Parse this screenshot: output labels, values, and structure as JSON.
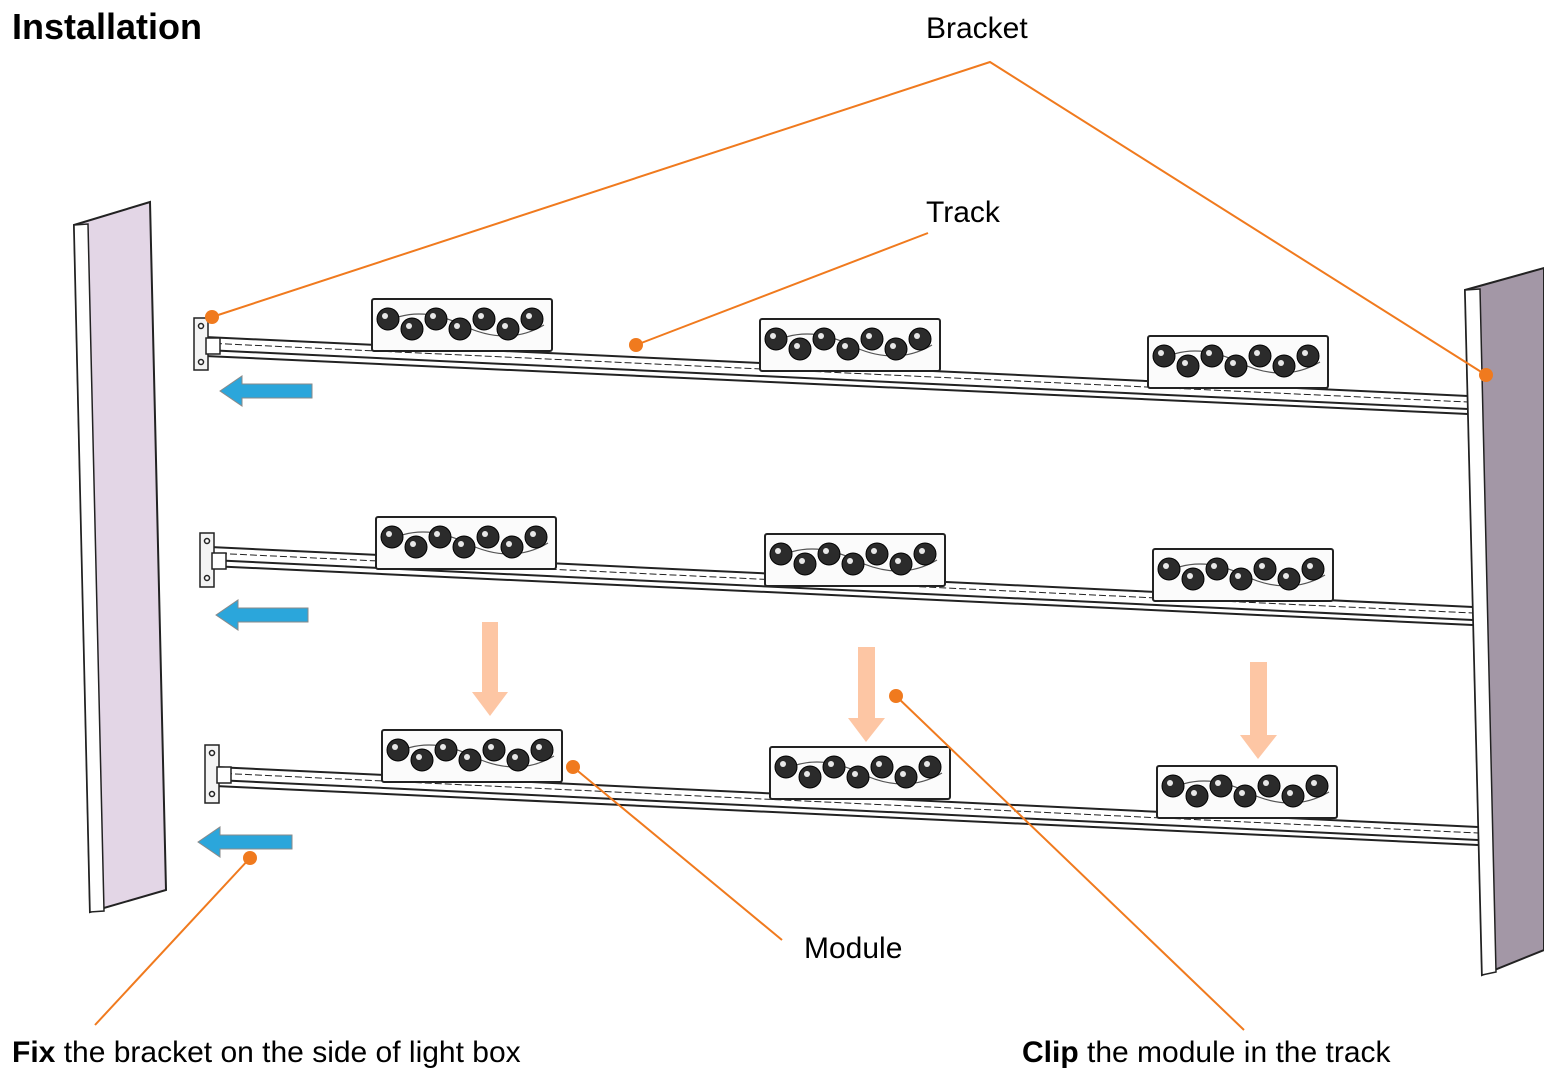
{
  "title": "Installation",
  "labels": {
    "bracket": "Bracket",
    "track": "Track",
    "module": "Module"
  },
  "instructions": {
    "fix_bold": "Fix",
    "fix_rest": " the bracket on the side of light box",
    "clip_bold": "Clip",
    "clip_rest": " the module in the track"
  },
  "colors": {
    "callout": "#f07a1e",
    "left_panel": "#e3d6e6",
    "right_panel": "#a397a6",
    "slide_arrow": "#2ba6db",
    "drop_arrow": "#fdc6a4"
  }
}
